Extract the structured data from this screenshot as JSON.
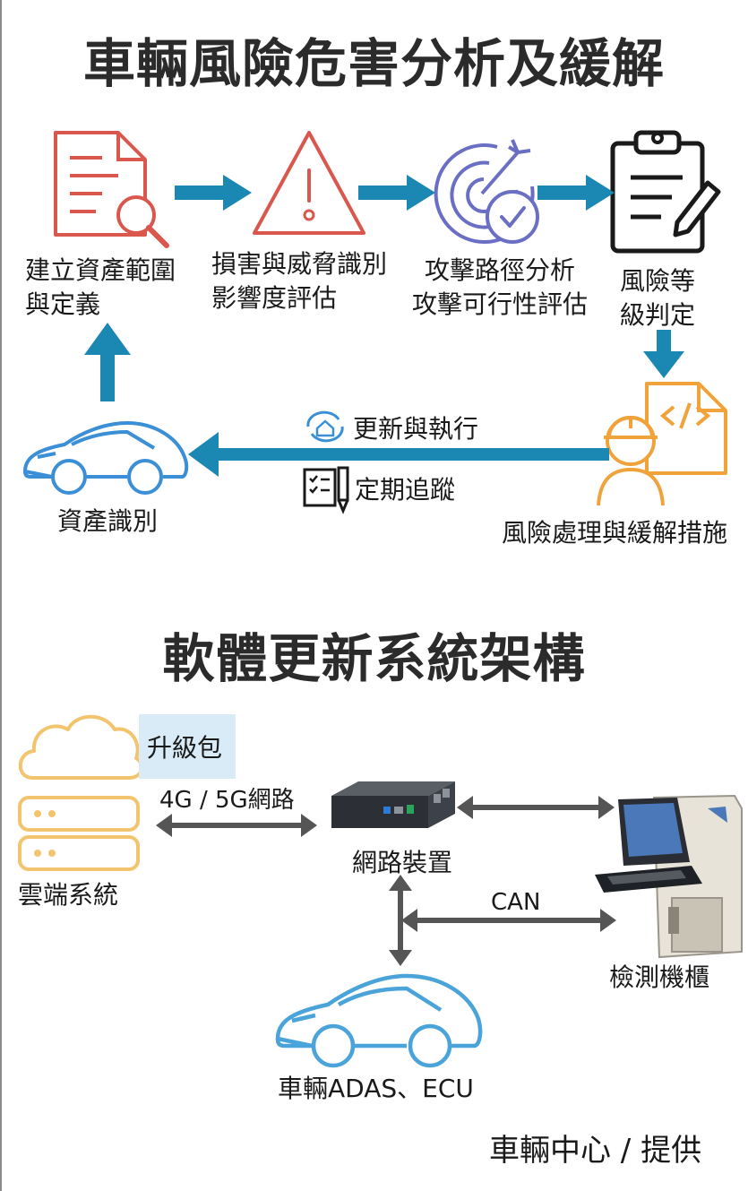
{
  "section1": {
    "title": "車輛風險危害分析及緩解",
    "steps": [
      {
        "line1": "建立資產範圍",
        "line2": "與定義",
        "icon": "document-search-icon"
      },
      {
        "line1": "損害與威脅識別",
        "line2": "影響度評估",
        "icon": "warning-triangle-icon"
      },
      {
        "line1": "攻擊路徑分析",
        "line2": "攻擊可行性評估",
        "icon": "target-check-icon"
      },
      {
        "line1": "風險等",
        "line2": "級判定",
        "icon": "clipboard-pen-icon"
      }
    ],
    "mitigation": {
      "label": "風險處理與緩解措施",
      "icon": "engineer-code-icon"
    },
    "asset": {
      "label": "資產識別",
      "icon": "car-icon"
    },
    "loop_labels": {
      "update": "更新與執行",
      "track": "定期追蹤"
    },
    "colors": {
      "arrow": "#1b87b3",
      "doc": "#d9574d",
      "warn": "#d9574d",
      "target": "#6b6fc4",
      "clip": "#1a1a1a",
      "engineer": "#f0a33a",
      "car": "#3a8fd6"
    }
  },
  "section2": {
    "title": "軟體更新系統架構",
    "cloud": {
      "label": "雲端系統",
      "package": "升級包",
      "icon": "cloud-server-icon"
    },
    "network_label": "4G / 5G網路",
    "device": {
      "label": "網路裝置",
      "icon": "network-device-icon"
    },
    "can_label": "CAN",
    "cabinet": {
      "label": "檢測機櫃",
      "icon": "test-cabinet-icon"
    },
    "vehicle": {
      "label": "車輛ADAS、ECU",
      "icon": "car-icon"
    },
    "colors": {
      "cloud": "#f2c46e",
      "arrow": "#555555",
      "car": "#4aa3d9",
      "package_bg": "#d8ebf7"
    }
  },
  "credit": "車輛中心 / 提供"
}
